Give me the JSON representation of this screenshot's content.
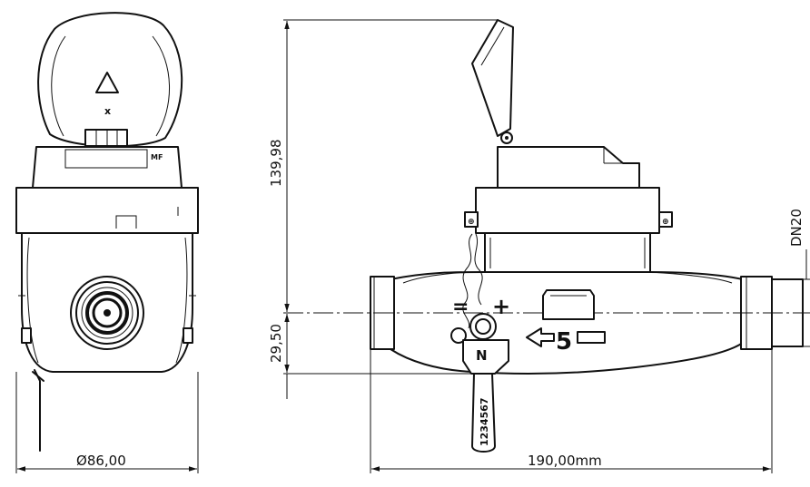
{
  "dimensions": {
    "diameter_value": "86,00",
    "diameter_symbol": "Ø",
    "length": "190,00mm",
    "height": "139,98",
    "axis_height": "29,50",
    "nominal_size": "DN20"
  },
  "seal": {
    "number": "1234567",
    "letter": "N"
  },
  "flow_marking": {
    "class_number": "5"
  },
  "colors": {
    "stroke": "#111111",
    "background": "#ffffff"
  }
}
